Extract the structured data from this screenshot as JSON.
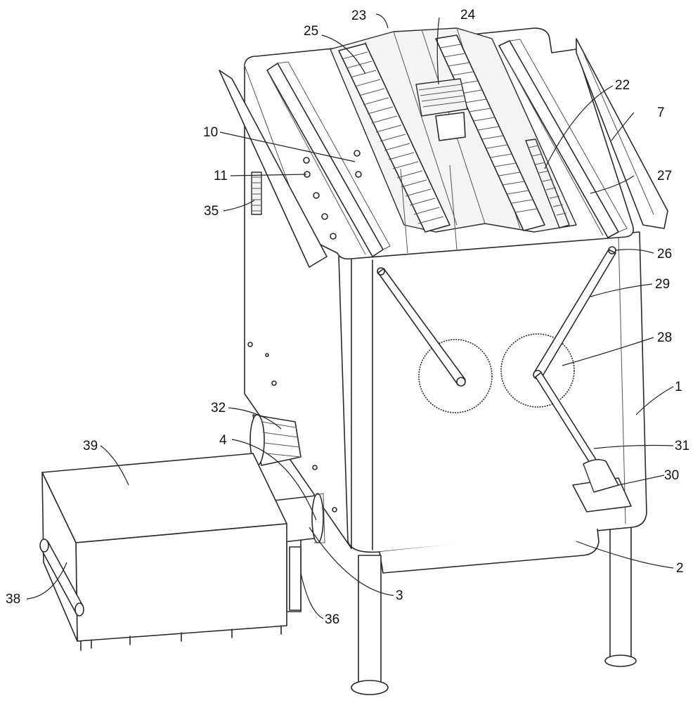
{
  "figure": {
    "labels": [
      {
        "id": "l23",
        "text": "23"
      },
      {
        "id": "l24",
        "text": "24"
      },
      {
        "id": "l25",
        "text": "25"
      },
      {
        "id": "l22",
        "text": "22"
      },
      {
        "id": "l7",
        "text": "7"
      },
      {
        "id": "l10",
        "text": "10"
      },
      {
        "id": "l27",
        "text": "27"
      },
      {
        "id": "l11",
        "text": "11"
      },
      {
        "id": "l35",
        "text": "35"
      },
      {
        "id": "l26",
        "text": "26"
      },
      {
        "id": "l29",
        "text": "29"
      },
      {
        "id": "l28",
        "text": "28"
      },
      {
        "id": "l1",
        "text": "1"
      },
      {
        "id": "l32",
        "text": "32"
      },
      {
        "id": "l4",
        "text": "4"
      },
      {
        "id": "l31",
        "text": "31"
      },
      {
        "id": "l39",
        "text": "39"
      },
      {
        "id": "l30",
        "text": "30"
      },
      {
        "id": "l2",
        "text": "2"
      },
      {
        "id": "l3",
        "text": "3"
      },
      {
        "id": "l38",
        "text": "38"
      },
      {
        "id": "l36",
        "text": "36"
      }
    ]
  }
}
